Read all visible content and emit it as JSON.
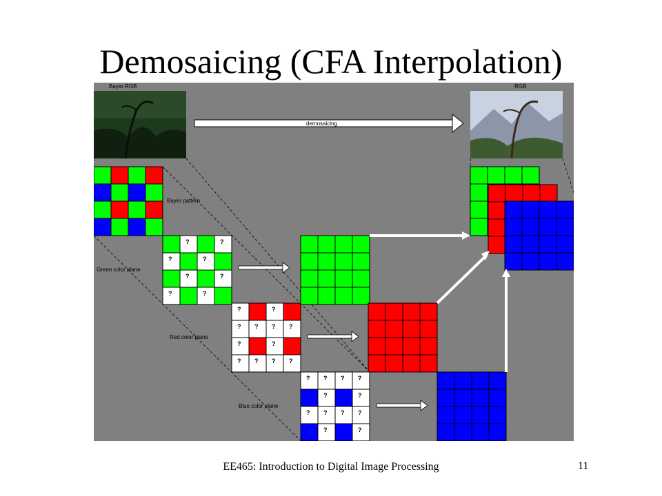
{
  "slide": {
    "title": "Demosaicing (CFA Interpolation)",
    "footer_course": "EE465: Introduction to Digital Image Processing",
    "page_number": "11"
  },
  "figure": {
    "labels": {
      "bayer_rgb": "Bayer RGB",
      "rgb": "RGB",
      "demosaicing": "demosaicing",
      "bayer_pattern": "Bayer pattern",
      "green_plane": "Green color plane",
      "red_plane": "Red color plane",
      "blue_plane": "Blue color plane",
      "unknown_mark": "?"
    },
    "colors": {
      "background": "#808080",
      "green": "#00ff00",
      "red": "#ff0000",
      "blue": "#0000ff",
      "white": "#ffffff"
    },
    "grids": {
      "bayer": [
        [
          "G",
          "R",
          "G",
          "R"
        ],
        [
          "B",
          "G",
          "B",
          "G"
        ],
        [
          "G",
          "R",
          "G",
          "R"
        ],
        [
          "B",
          "G",
          "B",
          "G"
        ]
      ],
      "green_sparse": [
        [
          "G",
          "?",
          "G",
          "?"
        ],
        [
          "?",
          "G",
          "?",
          "G"
        ],
        [
          "G",
          "?",
          "G",
          "?"
        ],
        [
          "?",
          "G",
          "?",
          "G"
        ]
      ],
      "red_sparse": [
        [
          "?",
          "R",
          "?",
          "R"
        ],
        [
          "?",
          "?",
          "?",
          "?"
        ],
        [
          "?",
          "R",
          "?",
          "R"
        ],
        [
          "?",
          "?",
          "?",
          "?"
        ]
      ],
      "blue_sparse": [
        [
          "?",
          "?",
          "?",
          "?"
        ],
        [
          "B",
          "?",
          "B",
          "?"
        ],
        [
          "?",
          "?",
          "?",
          "?"
        ],
        [
          "B",
          "?",
          "B",
          "?"
        ]
      ]
    }
  }
}
